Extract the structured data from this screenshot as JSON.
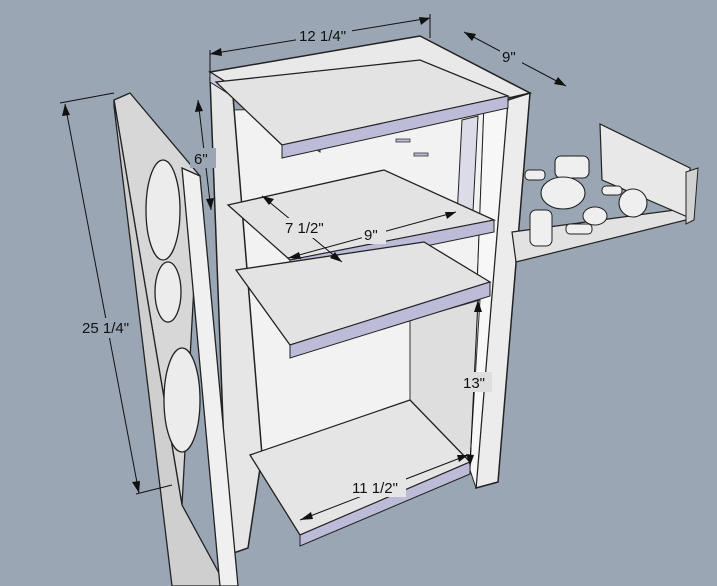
{
  "diagram": {
    "dimensions": {
      "front_height": "25 1/4\"",
      "top_width": "12 1/4\"",
      "top_depth": "9\"",
      "upper_gap": "6\"",
      "shelf_depth": "7 1/2\"",
      "shelf_width": "9\"",
      "lower_height": "13\"",
      "bottom_width": "11 1/2\""
    },
    "colors": {
      "background": "#9aa6b3",
      "panel_face": "#e9e9e9",
      "panel_edge": "#bcbcd8",
      "dark_edge": "#6f6f8a"
    }
  }
}
